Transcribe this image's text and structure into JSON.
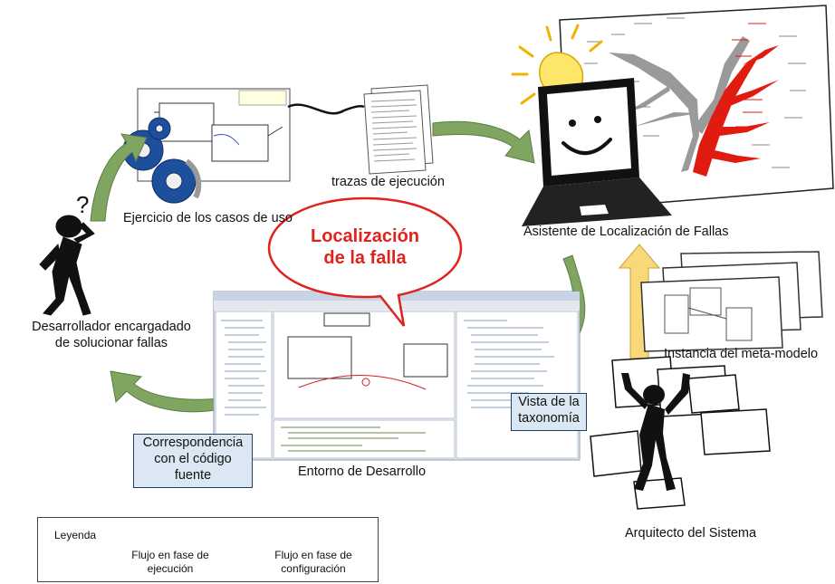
{
  "labels": {
    "use_cases": "Ejercicio de los casos de uso",
    "traces": "trazas de ejecución",
    "assistant": "Asistente de Localización de Fallas",
    "developer_line1": "Desarrollador encargadado",
    "developer_line2": "de solucionar fallas",
    "ide": "Entorno de Desarrollo",
    "metamodel": "Instancia del meta-modelo",
    "architect": "Arquitecto del Sistema"
  },
  "bubble": {
    "line1": "Localización",
    "line2": "de la falla"
  },
  "callouts": {
    "correspondence": [
      "Correspondencia",
      "con el código",
      "fuente"
    ],
    "taxonomy": [
      "Vista de la",
      "taxonomía"
    ]
  },
  "legend": {
    "title": "Leyenda",
    "execution_line1": "Flujo en fase de",
    "execution_line2": "ejecución",
    "config_line1": "Flujo en fase de",
    "config_line2": "configuración"
  },
  "colors": {
    "execution_flow": "#7fa560",
    "configuration_flow": "#f8d878",
    "bubble_red": "#e0231c",
    "callout_blue": "#dbe7f3",
    "gear_blue": "#1e4f9c"
  },
  "icons": [
    "gear-icon",
    "document-icon",
    "laptop-icon",
    "lightbulb-icon",
    "thinking-person-icon",
    "architect-person-icon",
    "fault-tree-icon"
  ]
}
